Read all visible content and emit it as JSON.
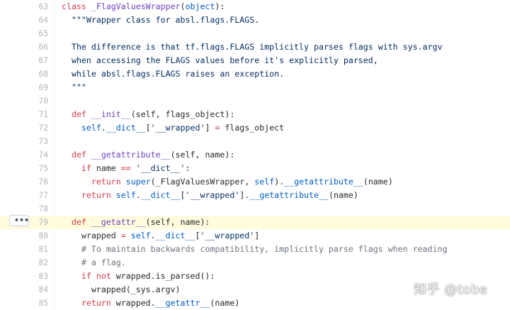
{
  "expand_button": {
    "label": "•••"
  },
  "watermark": "知乎 @tobe",
  "colors": {
    "keyword": "#d73a49",
    "function": "#6f42c1",
    "string": "#032f62",
    "comment": "#6a737d",
    "builtin": "#005cc5",
    "plain": "#24292e",
    "line_number": "#b0b4b9",
    "highlight": "#fffbdd"
  },
  "lines": [
    {
      "num": "63",
      "tokens": [
        [
          "kw",
          "class "
        ],
        [
          "fn",
          "_FlagValuesWrapper"
        ],
        [
          "pl",
          "("
        ],
        [
          "bi",
          "object"
        ],
        [
          "pl",
          "):"
        ]
      ]
    },
    {
      "num": "64",
      "tokens": [
        [
          "str",
          "  \"\"\"Wrapper class for absl.flags.FLAGS."
        ]
      ]
    },
    {
      "num": "65",
      "tokens": []
    },
    {
      "num": "66",
      "tokens": [
        [
          "str",
          "  The difference is that tf.flags.FLAGS implicitly parses flags with sys.argv"
        ]
      ]
    },
    {
      "num": "67",
      "tokens": [
        [
          "str",
          "  when accessing the FLAGS values before it's explicitly parsed,"
        ]
      ]
    },
    {
      "num": "68",
      "tokens": [
        [
          "str",
          "  while absl.flags.FLAGS raises an exception."
        ]
      ]
    },
    {
      "num": "69",
      "tokens": [
        [
          "str",
          "  \"\"\""
        ]
      ]
    },
    {
      "num": "70",
      "tokens": []
    },
    {
      "num": "71",
      "tokens": [
        [
          "pl",
          "  "
        ],
        [
          "kw",
          "def "
        ],
        [
          "fn",
          "__init__"
        ],
        [
          "pl",
          "(self, flags_object):"
        ]
      ]
    },
    {
      "num": "72",
      "tokens": [
        [
          "pl",
          "    "
        ],
        [
          "bi",
          "self"
        ],
        [
          "pl",
          "."
        ],
        [
          "bi",
          "__dict__"
        ],
        [
          "pl",
          "["
        ],
        [
          "str",
          "'__wrapped'"
        ],
        [
          "pl",
          "] "
        ],
        [
          "kw",
          "="
        ],
        [
          "pl",
          " flags_object"
        ]
      ]
    },
    {
      "num": "73",
      "tokens": []
    },
    {
      "num": "74",
      "tokens": [
        [
          "pl",
          "  "
        ],
        [
          "kw",
          "def "
        ],
        [
          "fn",
          "__getattribute__"
        ],
        [
          "pl",
          "(self, name):"
        ]
      ]
    },
    {
      "num": "75",
      "tokens": [
        [
          "pl",
          "    "
        ],
        [
          "kw",
          "if"
        ],
        [
          "pl",
          " name "
        ],
        [
          "kw",
          "=="
        ],
        [
          "pl",
          " "
        ],
        [
          "str",
          "'__dict__'"
        ],
        [
          "pl",
          ":"
        ]
      ]
    },
    {
      "num": "76",
      "tokens": [
        [
          "pl",
          "      "
        ],
        [
          "kw",
          "return "
        ],
        [
          "bi",
          "super"
        ],
        [
          "pl",
          "(_FlagValuesWrapper, "
        ],
        [
          "bi",
          "self"
        ],
        [
          "pl",
          ")."
        ],
        [
          "bi",
          "__getattribute__"
        ],
        [
          "pl",
          "(name)"
        ]
      ]
    },
    {
      "num": "77",
      "tokens": [
        [
          "pl",
          "    "
        ],
        [
          "kw",
          "return "
        ],
        [
          "bi",
          "self"
        ],
        [
          "pl",
          "."
        ],
        [
          "bi",
          "__dict__"
        ],
        [
          "pl",
          "["
        ],
        [
          "str",
          "'__wrapped'"
        ],
        [
          "pl",
          "]."
        ],
        [
          "bi",
          "__getattribute__"
        ],
        [
          "pl",
          "(name)"
        ]
      ]
    },
    {
      "num": "78",
      "tokens": []
    },
    {
      "num": "79",
      "highlight": true,
      "tokens": [
        [
          "pl",
          "  "
        ],
        [
          "kw",
          "def "
        ],
        [
          "fn",
          "__getattr__"
        ],
        [
          "pl",
          "(self, name):"
        ]
      ]
    },
    {
      "num": "80",
      "tokens": [
        [
          "pl",
          "    wrapped "
        ],
        [
          "kw",
          "="
        ],
        [
          "pl",
          " "
        ],
        [
          "bi",
          "self"
        ],
        [
          "pl",
          "."
        ],
        [
          "bi",
          "__dict__"
        ],
        [
          "pl",
          "["
        ],
        [
          "str",
          "'__wrapped'"
        ],
        [
          "pl",
          "]"
        ]
      ]
    },
    {
      "num": "81",
      "tokens": [
        [
          "pl",
          "    "
        ],
        [
          "cm",
          "# To maintain backwards compatibility, implicitly parse flags when reading"
        ]
      ]
    },
    {
      "num": "82",
      "tokens": [
        [
          "pl",
          "    "
        ],
        [
          "cm",
          "# a flag."
        ]
      ]
    },
    {
      "num": "83",
      "tokens": [
        [
          "pl",
          "    "
        ],
        [
          "kw",
          "if not"
        ],
        [
          "pl",
          " wrapped.is_parsed():"
        ]
      ]
    },
    {
      "num": "84",
      "tokens": [
        [
          "pl",
          "      wrapped(_sys.argv)"
        ]
      ]
    },
    {
      "num": "85",
      "tokens": [
        [
          "pl",
          "    "
        ],
        [
          "kw",
          "return"
        ],
        [
          "pl",
          " wrapped."
        ],
        [
          "bi",
          "__getattr__"
        ],
        [
          "pl",
          "(name)"
        ]
      ]
    }
  ]
}
